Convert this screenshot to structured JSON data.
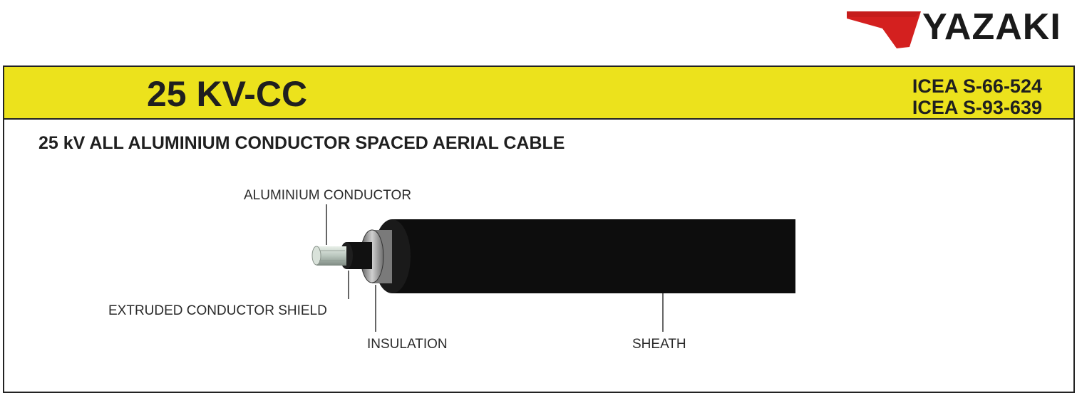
{
  "logo": {
    "brand": "YAZAKI",
    "mark_color": "#d4201f"
  },
  "header": {
    "code": "25 KV-CC",
    "standard_1": "ICEA S-66-524",
    "standard_2": "ICEA S-93-639",
    "band_color": "#ece21c"
  },
  "description": "25 kV ALL ALUMINIUM CONDUCTOR SPACED AERIAL CABLE",
  "diagram": {
    "labels": {
      "conductor": "ALUMINIUM CONDUCTOR",
      "shield": "EXTRUDED CONDUCTOR SHIELD",
      "insulation": "INSULATION",
      "sheath": "SHEATH"
    }
  }
}
